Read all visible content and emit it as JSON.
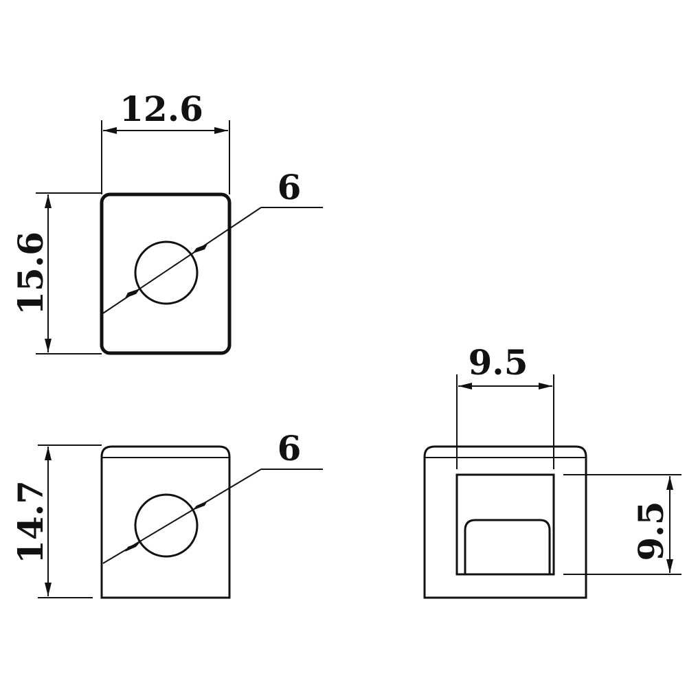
{
  "views": {
    "top": {
      "width_dim": "12.6",
      "height_dim": "15.6",
      "hole_dim": "6"
    },
    "front": {
      "height_dim": "14.7",
      "hole_dim": "6"
    },
    "side": {
      "slot_width_dim": "9.5",
      "slot_height_dim": "9.5"
    }
  }
}
